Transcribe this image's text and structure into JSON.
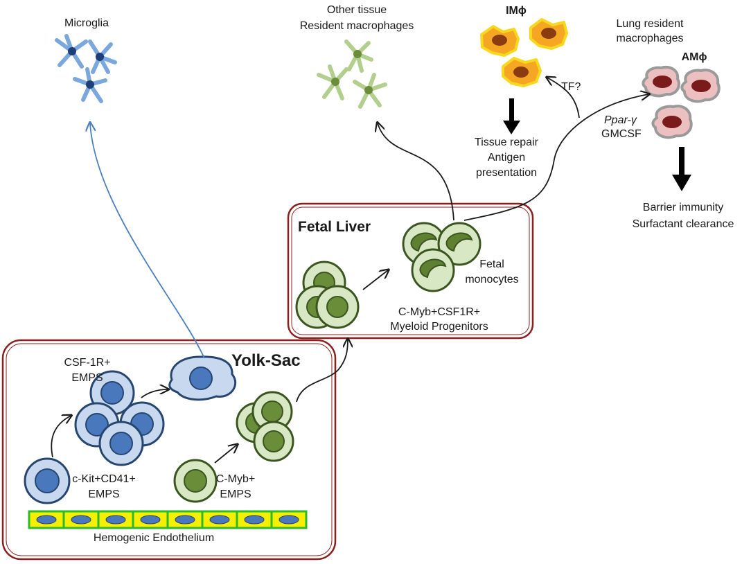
{
  "labels": {
    "microglia": "Microglia",
    "other_tissue_1": "Other tissue",
    "other_tissue_2": "Resident macrophages",
    "im_phi": "IMϕ",
    "lung_resident_1": "Lung resident",
    "lung_resident_2": "macrophages",
    "am_phi": "AMϕ",
    "tf": "TF?",
    "ppar": "Ppar-γ",
    "gmcsf": "GMCSF",
    "tissue_repair": "Tissue repair",
    "antigen": "Antigen",
    "presentation": "presentation",
    "barrier": "Barrier immunity",
    "surfactant": "Surfactant  clearance",
    "fetal_liver": "Fetal Liver",
    "fetal_mono_1": "Fetal",
    "fetal_mono_2": "monocytes",
    "cmyb_csf_1": "C-Myb+CSF1R+",
    "cmyb_csf_2": "Myeloid Progenitors",
    "yolk_sac": "Yolk-Sac",
    "csf1r_1": "CSF-1R+",
    "csf1r_2": "EMPS",
    "ckit_1": "c-Kit+CD41+",
    "ckit_2": "EMPS",
    "cmyb_1": "C-Myb+",
    "cmyb_2": "EMPS",
    "hemogenic": "Hemogenic  Endothelium"
  },
  "colors": {
    "box_border": "#8a1f1f",
    "blue_fill": "#c8d9ef",
    "blue_nucleus": "#4a78bd",
    "blue_stroke": "#27466f",
    "green_fill": "#d9e8c4",
    "green_nucleus": "#6a8d3a",
    "green_stroke": "#3b5520",
    "orange_fill": "#f5a623",
    "orange_edge": "#f7d81e",
    "pink_fill": "#ecc0c0",
    "dark_red": "#7a1a1a",
    "endo_fill": "#f4f000",
    "endo_edge": "#2db82d",
    "microglia_arrow": "#4a7fc0"
  }
}
